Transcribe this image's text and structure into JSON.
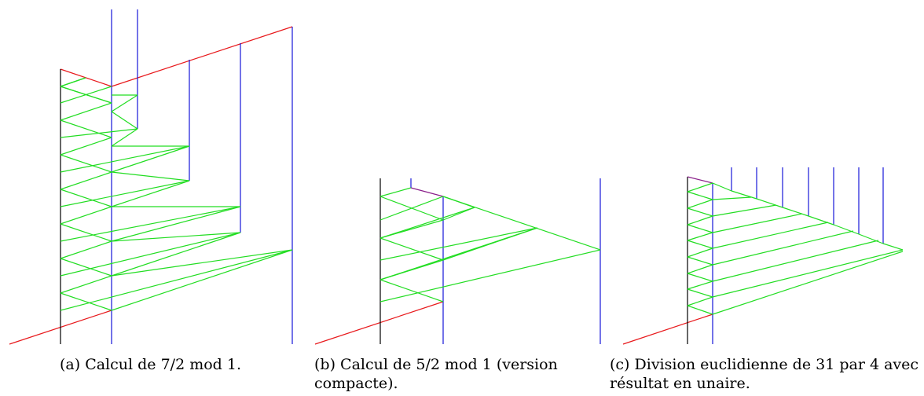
{
  "colors": {
    "red": "#e8191c",
    "blue": "#1616d8",
    "green": "#22dd22",
    "black": "#000000",
    "purple": "#8a1f8a"
  },
  "figures": [
    {
      "id": "a",
      "caption": "(a) Calcul de 7/2 mod 1."
    },
    {
      "id": "b",
      "caption": "(b) Calcul de 5/2 mod 1 (version compacte)."
    },
    {
      "id": "c",
      "caption": "(c) Division euclidienne de 31 par 4 avec résultat en unaire."
    }
  ]
}
